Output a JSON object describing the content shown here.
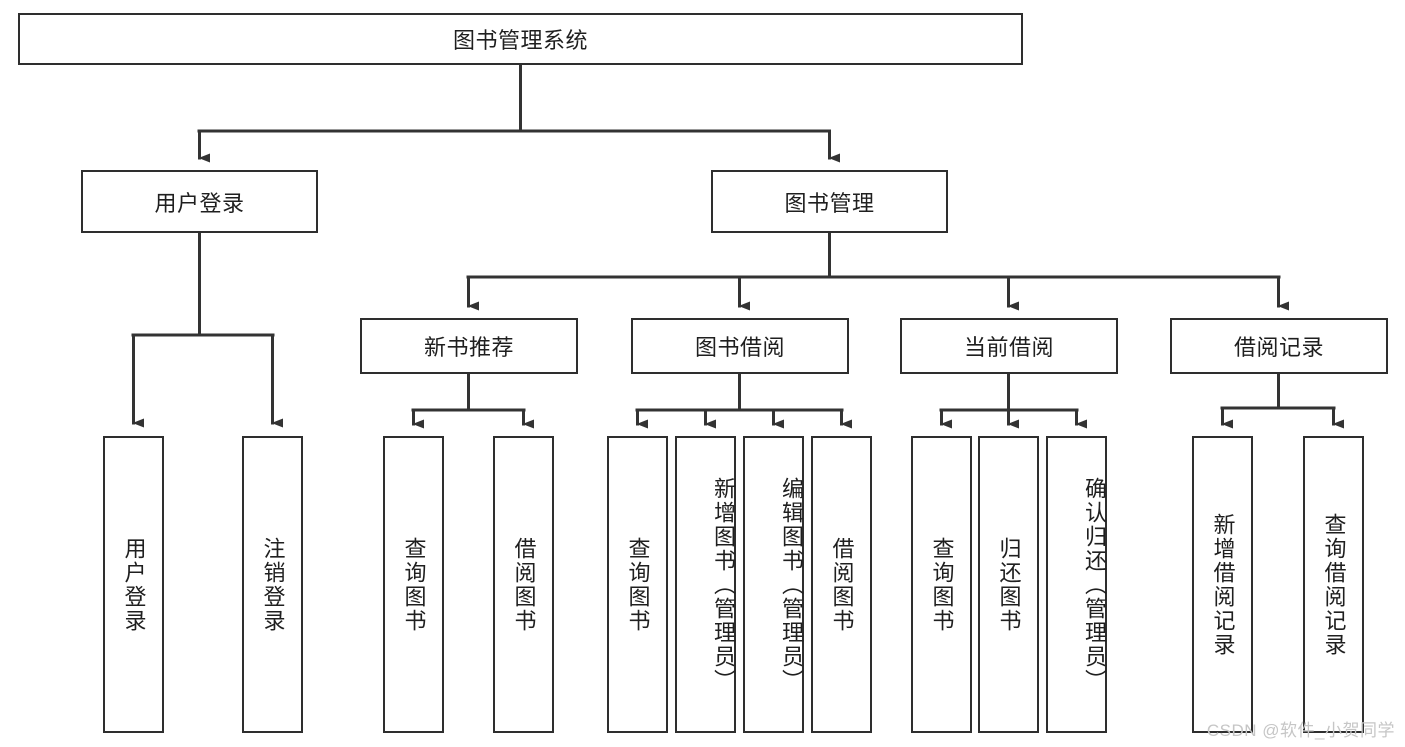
{
  "diagram": {
    "type": "tree",
    "title": "图书管理系统",
    "watermark": "CSDN @软件_小贺同学",
    "colors": {
      "box_border": "#2e2e2e",
      "connector": "#333333",
      "text": "#1f1f1f",
      "background": "#ffffff",
      "watermark": "#c6c6c6"
    },
    "levels": {
      "root": {
        "id": "root",
        "label": "图书管理系统",
        "orientation": "horizontal"
      },
      "level2": [
        {
          "id": "user-login",
          "label": "用户登录",
          "orientation": "horizontal"
        },
        {
          "id": "book-management",
          "label": "图书管理",
          "orientation": "horizontal"
        }
      ],
      "level3": [
        {
          "id": "new-book-recommend",
          "label": "新书推荐",
          "orientation": "horizontal",
          "parent": "book-management"
        },
        {
          "id": "book-borrow",
          "label": "图书借阅",
          "orientation": "horizontal",
          "parent": "book-management"
        },
        {
          "id": "current-borrow",
          "label": "当前借阅",
          "orientation": "horizontal",
          "parent": "book-management"
        },
        {
          "id": "borrow-record",
          "label": "借阅记录",
          "orientation": "horizontal",
          "parent": "book-management"
        }
      ],
      "leaves": [
        {
          "id": "leaf-user-login",
          "label": "用户登录",
          "orientation": "vertical",
          "parent": "user-login"
        },
        {
          "id": "leaf-user-logout",
          "label": "注销登录",
          "orientation": "vertical",
          "parent": "user-login"
        },
        {
          "id": "leaf-query-book-1",
          "label": "查询图书",
          "orientation": "vertical",
          "parent": "new-book-recommend"
        },
        {
          "id": "leaf-borrow-book-1",
          "label": "借阅图书",
          "orientation": "vertical",
          "parent": "new-book-recommend"
        },
        {
          "id": "leaf-query-book-2",
          "label": "查询图书",
          "orientation": "vertical",
          "parent": "book-borrow"
        },
        {
          "id": "leaf-add-book-admin",
          "label": "新增图书（管理员）",
          "orientation": "vertical",
          "parent": "book-borrow"
        },
        {
          "id": "leaf-edit-book-admin",
          "label": "编辑图书（管理员）",
          "orientation": "vertical",
          "parent": "book-borrow"
        },
        {
          "id": "leaf-borrow-book-2",
          "label": "借阅图书",
          "orientation": "vertical",
          "parent": "book-borrow"
        },
        {
          "id": "leaf-query-book-3",
          "label": "查询图书",
          "orientation": "vertical",
          "parent": "current-borrow"
        },
        {
          "id": "leaf-return-book",
          "label": "归还图书",
          "orientation": "vertical",
          "parent": "current-borrow"
        },
        {
          "id": "leaf-confirm-return-admin",
          "label": "确认归还（管理员）",
          "orientation": "vertical",
          "parent": "current-borrow"
        },
        {
          "id": "leaf-add-borrow-record",
          "label": "新增借阅记录",
          "orientation": "vertical",
          "parent": "borrow-record"
        },
        {
          "id": "leaf-query-borrow-record",
          "label": "查询借阅记录",
          "orientation": "vertical",
          "parent": "borrow-record"
        }
      ]
    }
  }
}
